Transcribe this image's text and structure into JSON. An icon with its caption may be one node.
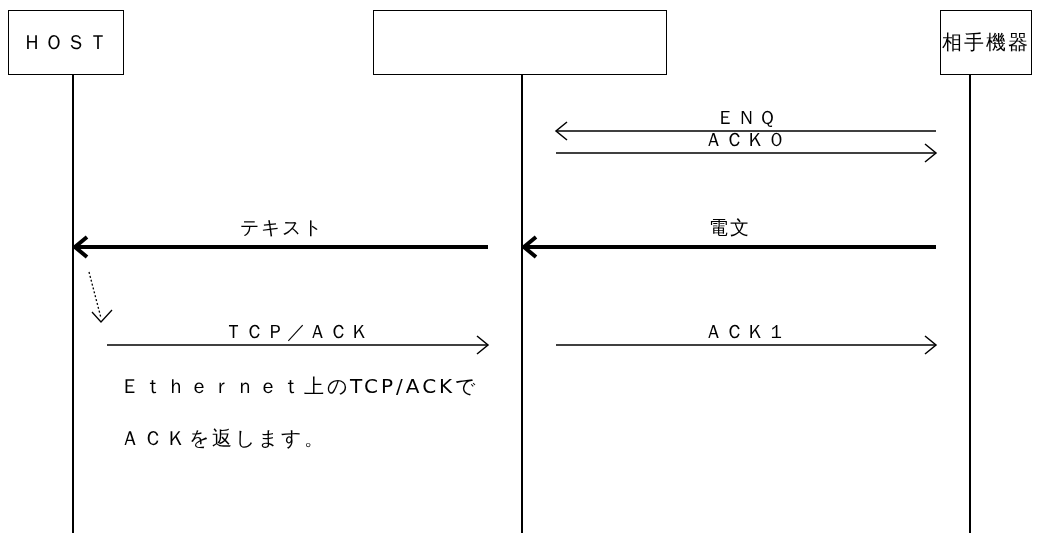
{
  "diagram": {
    "nodes": [
      {
        "text": [
          "ＨＯＳＴ"
        ]
      },
      {
        "text": [],
        "shape": "box"
      },
      {
        "text": [
          "相手機器"
        ]
      },
      {
        "text": [],
        "shape": "line"
      },
      {
        "text": [],
        "shape": "line"
      },
      {
        "text": [],
        "shape": "line"
      }
    ],
    "edges": [
      {
        "from": 5,
        "to": 4,
        "arrow": "to",
        "label": "ＥＮＱ"
      },
      {
        "from": 4,
        "to": 5,
        "arrow": "to",
        "label": "ＡＣＫ０"
      },
      {
        "from": 4,
        "to": 3,
        "arrow": "to",
        "label": "テキスト",
        "style": "thick"
      },
      {
        "from": 5,
        "to": 4,
        "arrow": "to",
        "label": "電文",
        "style": "thick"
      },
      {
        "from": 3,
        "to": 4,
        "arrow": "to",
        "label": "ＴＣＰ／ＡＣＫ"
      },
      {
        "from": 4,
        "to": 5,
        "arrow": "to",
        "label": "ＡＣＫ１"
      }
    ],
    "labels": [
      "Ｅｔｈｅｒｎｅｔ上のTCP/ACKでＡＣＫを返します。"
    ]
  }
}
